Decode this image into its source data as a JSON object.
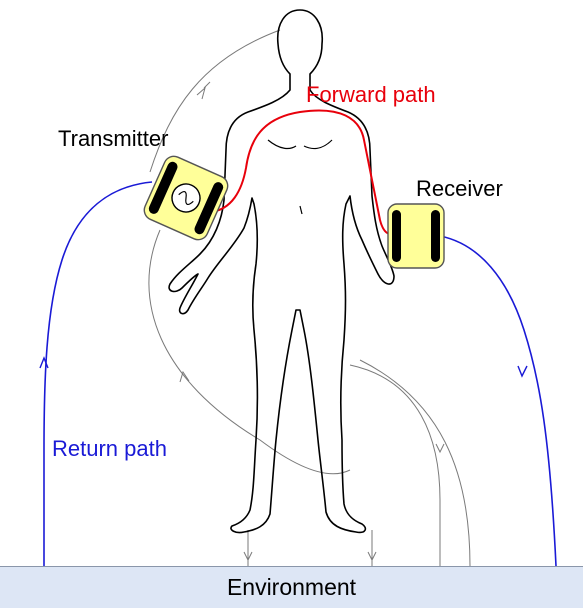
{
  "labels": {
    "forward_path": "Forward path",
    "transmitter": "Transmitter",
    "receiver": "Receiver",
    "return_path": "Return path",
    "environment": "Environment"
  },
  "colors": {
    "forward": "#e8000b",
    "return": "#1a1ad6",
    "device_fill": "#ffff99",
    "environment_fill": "#dde6f5",
    "figure_outline": "#000000",
    "leak_lines": "#7a7a7a"
  },
  "icons": {
    "transmitter_symbol": "ac-source-icon",
    "figure": "human-body-outline-icon"
  }
}
